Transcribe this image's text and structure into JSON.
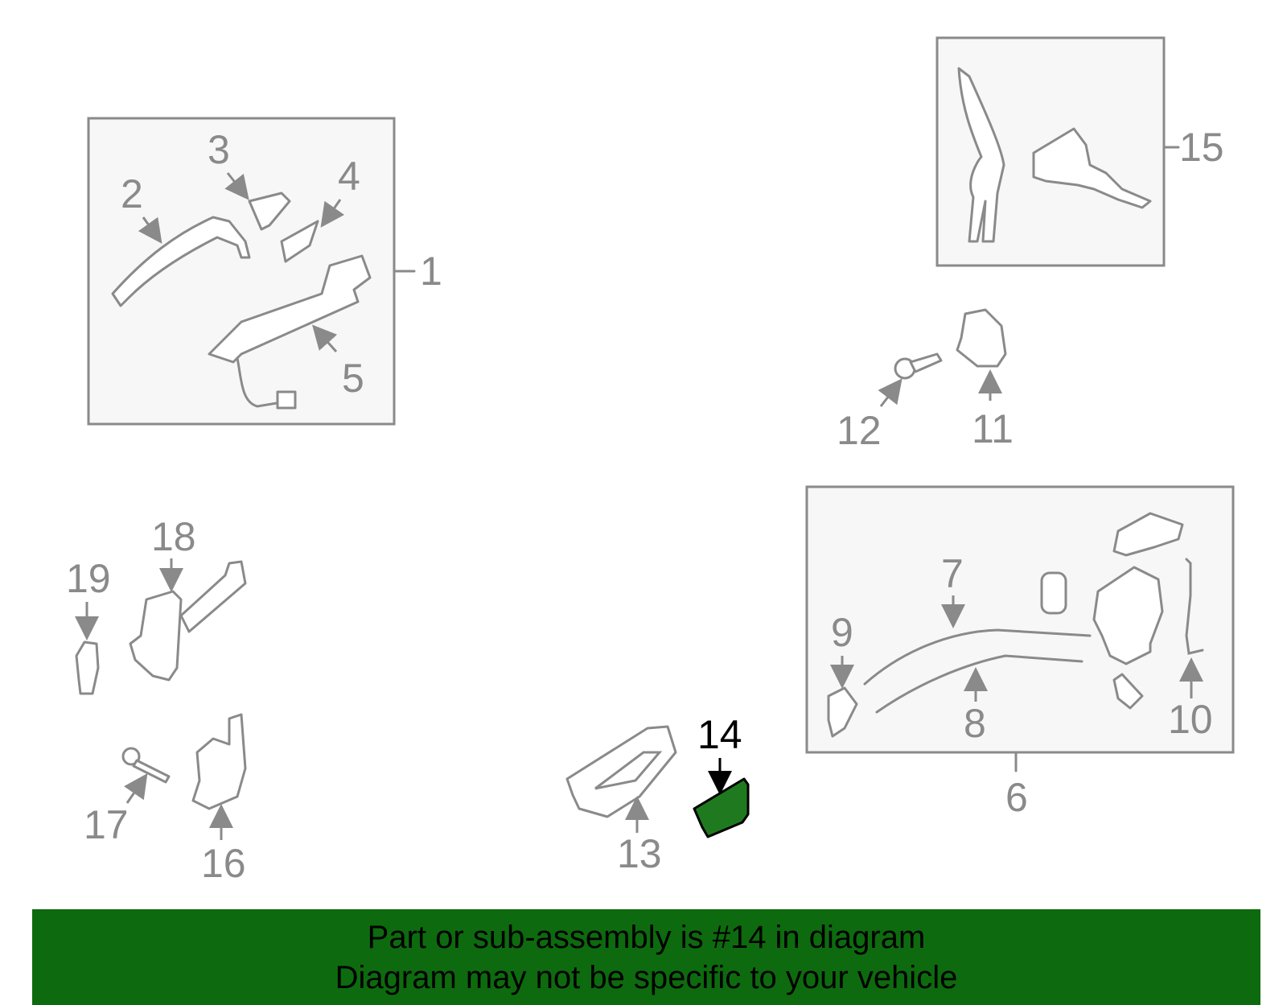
{
  "diagram": {
    "callouts": [
      "1",
      "2",
      "3",
      "4",
      "5",
      "6",
      "7",
      "8",
      "9",
      "10",
      "11",
      "12",
      "13",
      "14",
      "15",
      "16",
      "17",
      "18",
      "19"
    ],
    "highlighted_callout": "14",
    "highlight_color": "#1f7a1f",
    "line_color": "#8a8a8a"
  },
  "banner": {
    "line1": "Part or sub-assembly is #14 in diagram",
    "line2": "Diagram may not be specific to your vehicle",
    "background": "#0e6a0e"
  }
}
